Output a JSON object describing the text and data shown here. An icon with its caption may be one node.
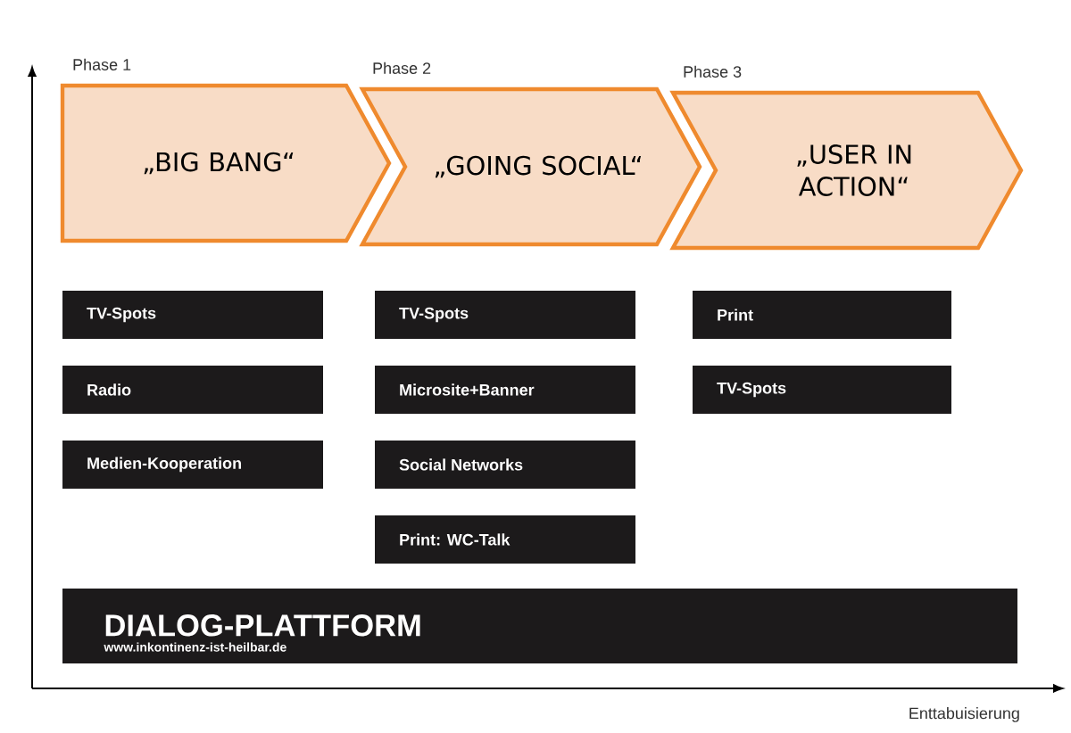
{
  "diagram": {
    "nodes": [
      {
        "text": [
          "Phase 1",
          "„BIG BANG“"
        ]
      },
      {
        "text": [
          "Phase 2",
          "„GOING SOCIAL“"
        ]
      },
      {
        "text": [
          "Phase 3",
          "„USER IN ACTION“"
        ]
      },
      {
        "text": [
          "TV-Spots"
        ]
      },
      {
        "text": [
          "Radio"
        ]
      },
      {
        "text": [
          "Medien-Kooperation"
        ]
      },
      {
        "text": [
          "TV-Spots"
        ]
      },
      {
        "text": [
          "Microsite+Banner"
        ]
      },
      {
        "text": [
          "Social Networks"
        ]
      },
      {
        "text": [
          "Print: WC-Talk"
        ]
      },
      {
        "text": [
          "Print"
        ]
      },
      {
        "text": [
          "TV-Spots"
        ]
      },
      {
        "text": [
          "DIALOG-PLATTFORM",
          "www.inkontinenz-ist-heilbar.de"
        ]
      }
    ],
    "labels": [
      "Enttabuisierung"
    ]
  }
}
